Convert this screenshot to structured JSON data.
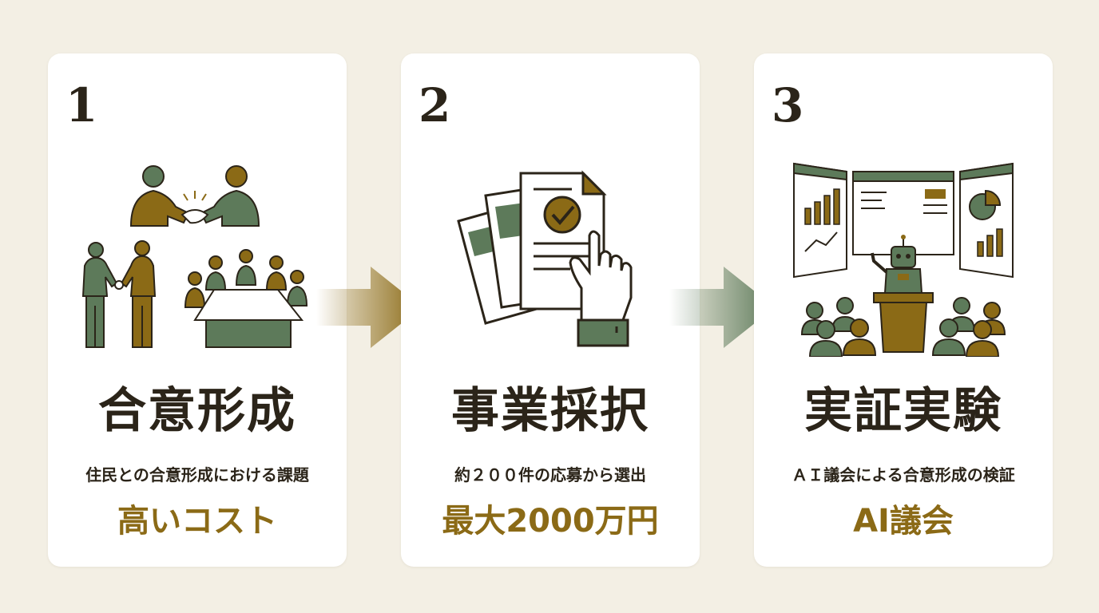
{
  "colors": {
    "background": "#f3efe4",
    "card": "#ffffff",
    "text": "#2b2419",
    "gold": "#8b6a16",
    "green": "#5d7a5a"
  },
  "steps": [
    {
      "number": "1",
      "title": "合意形成",
      "subtitle": "住民との合意形成における課題",
      "highlight": "高いコスト",
      "icon": "consensus-meeting-illustration"
    },
    {
      "number": "2",
      "title": "事業採択",
      "subtitle": "約２００件の応募から選出",
      "highlight": "最大2000万円",
      "icon": "document-selection-illustration"
    },
    {
      "number": "3",
      "title": "実証実験",
      "subtitle": "ＡＩ議会による合意形成の検証",
      "highlight": "AI議会",
      "icon": "ai-assembly-illustration"
    }
  ],
  "arrows": [
    {
      "color": "#8b6a16",
      "icon": "arrow-right-icon"
    },
    {
      "color": "#5d7a5a",
      "icon": "arrow-right-icon"
    }
  ]
}
